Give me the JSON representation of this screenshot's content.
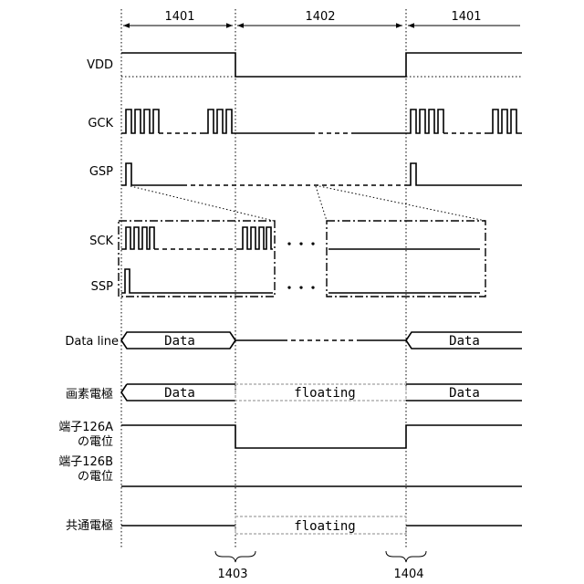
{
  "periods": {
    "p1": "1401",
    "p2": "1402",
    "p3": "1401"
  },
  "transitions": {
    "t1": "1403",
    "t2": "1404"
  },
  "signals": {
    "vdd": "VDD",
    "gck": "GCK",
    "gsp": "GSP",
    "sck": "SCK",
    "ssp": "SSP",
    "data_line": "Data line",
    "pixel_electrode": "画素電極",
    "terminal_a_line1": "端子126A",
    "terminal_a_line2": "の電位",
    "terminal_b_line1": "端子126B",
    "terminal_b_line2": "の電位",
    "common_electrode": "共通電極"
  },
  "values": {
    "data": "Data",
    "floating": "floating",
    "ellipsis": "・・・"
  }
}
